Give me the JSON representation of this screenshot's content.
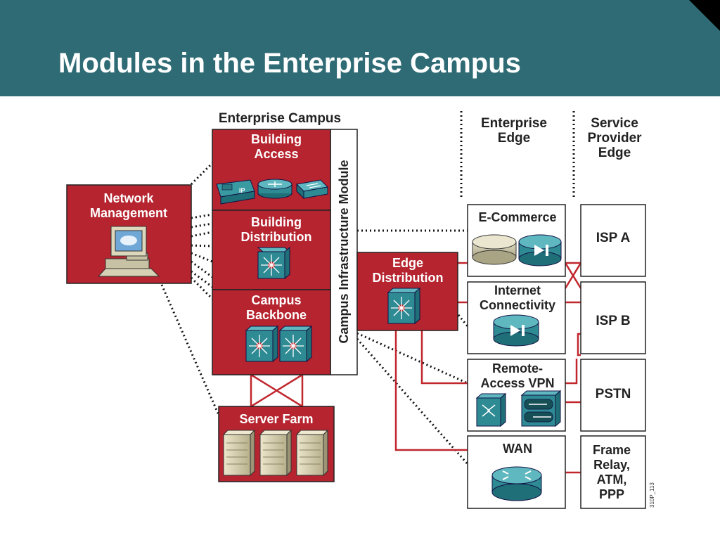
{
  "slide": {
    "title": "Modules in the Enterprise Campus"
  },
  "diagram": {
    "enterprise_campus_label": "Enterprise Campus",
    "enterprise_edge_label": [
      "Enterprise",
      "Edge"
    ],
    "service_provider_edge_label": [
      "Service",
      "Provider",
      "Edge"
    ],
    "campus_infrastructure_label": "Campus Infrastructure Module",
    "network_management": [
      "Network",
      "Management"
    ],
    "building_access": [
      "Building",
      "Access"
    ],
    "building_distribution": [
      "Building",
      "Distribution"
    ],
    "campus_backbone": [
      "Campus",
      "Backbone"
    ],
    "server_farm": "Server Farm",
    "edge_distribution": [
      "Edge",
      "Distribution"
    ],
    "e_commerce": "E-Commerce",
    "internet_connectivity": [
      "Internet",
      "Connectivity"
    ],
    "remote_access_vpn": [
      "Remote-",
      "Access VPN"
    ],
    "wan": "WAN",
    "isp_a": "ISP A",
    "isp_b": "ISP B",
    "pstn": "PSTN",
    "frame_relay": [
      "Frame",
      "Relay,",
      "ATM,",
      "PPP"
    ],
    "figure_code": "310P_113",
    "ip_phone_label": "IP"
  },
  "colors": {
    "header_bg": "#2f6b75",
    "module_red": "#b5242f",
    "link_red": "#c0272d",
    "device_teal": "#2e8b94"
  }
}
